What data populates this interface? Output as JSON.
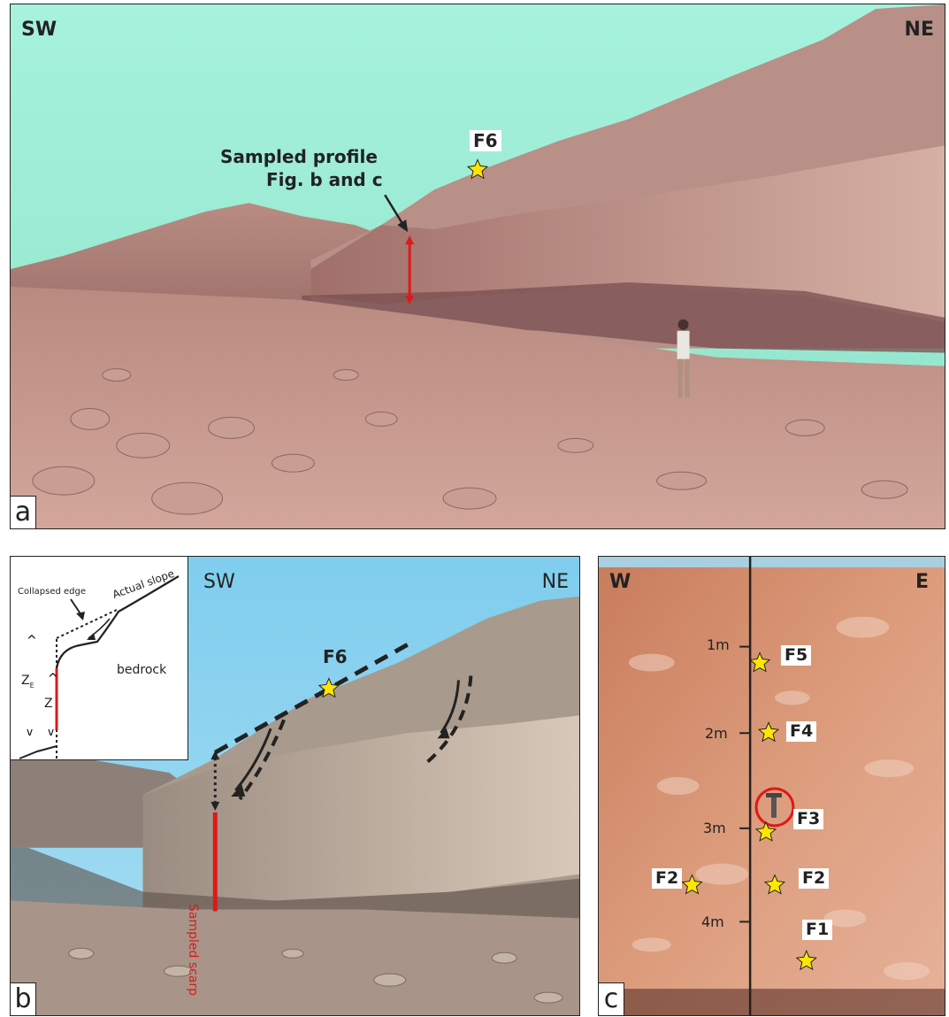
{
  "panel_a": {
    "letter": "a",
    "dir_left": "SW",
    "dir_right": "NE",
    "site_tag": "F6",
    "annotation_line1": "Sampled profile",
    "annotation_line2": "Fig. b and c"
  },
  "panel_b": {
    "letter": "b",
    "dir_left": "SW",
    "dir_right": "NE",
    "site_tag": "F6",
    "scarp_label": "Sampled scarp",
    "inset": {
      "collapsed_edge": "Collapsed edge",
      "actual_slope": "Actual slope",
      "bedrock": "bedrock",
      "z_e": "Z",
      "z_e_sub": "E",
      "z": "Z"
    }
  },
  "panel_c": {
    "letter": "c",
    "dir_left": "W",
    "dir_right": "E",
    "depths": [
      "1m",
      "2m",
      "3m",
      "4m"
    ],
    "samples": [
      "F5",
      "F4",
      "F3",
      "F2",
      "F2",
      "F1"
    ]
  },
  "colors": {
    "sky_a": "#a8f0dc",
    "sky_b": "#7ed0f0",
    "marker_red": "#e01818",
    "star": "#ffe600"
  }
}
